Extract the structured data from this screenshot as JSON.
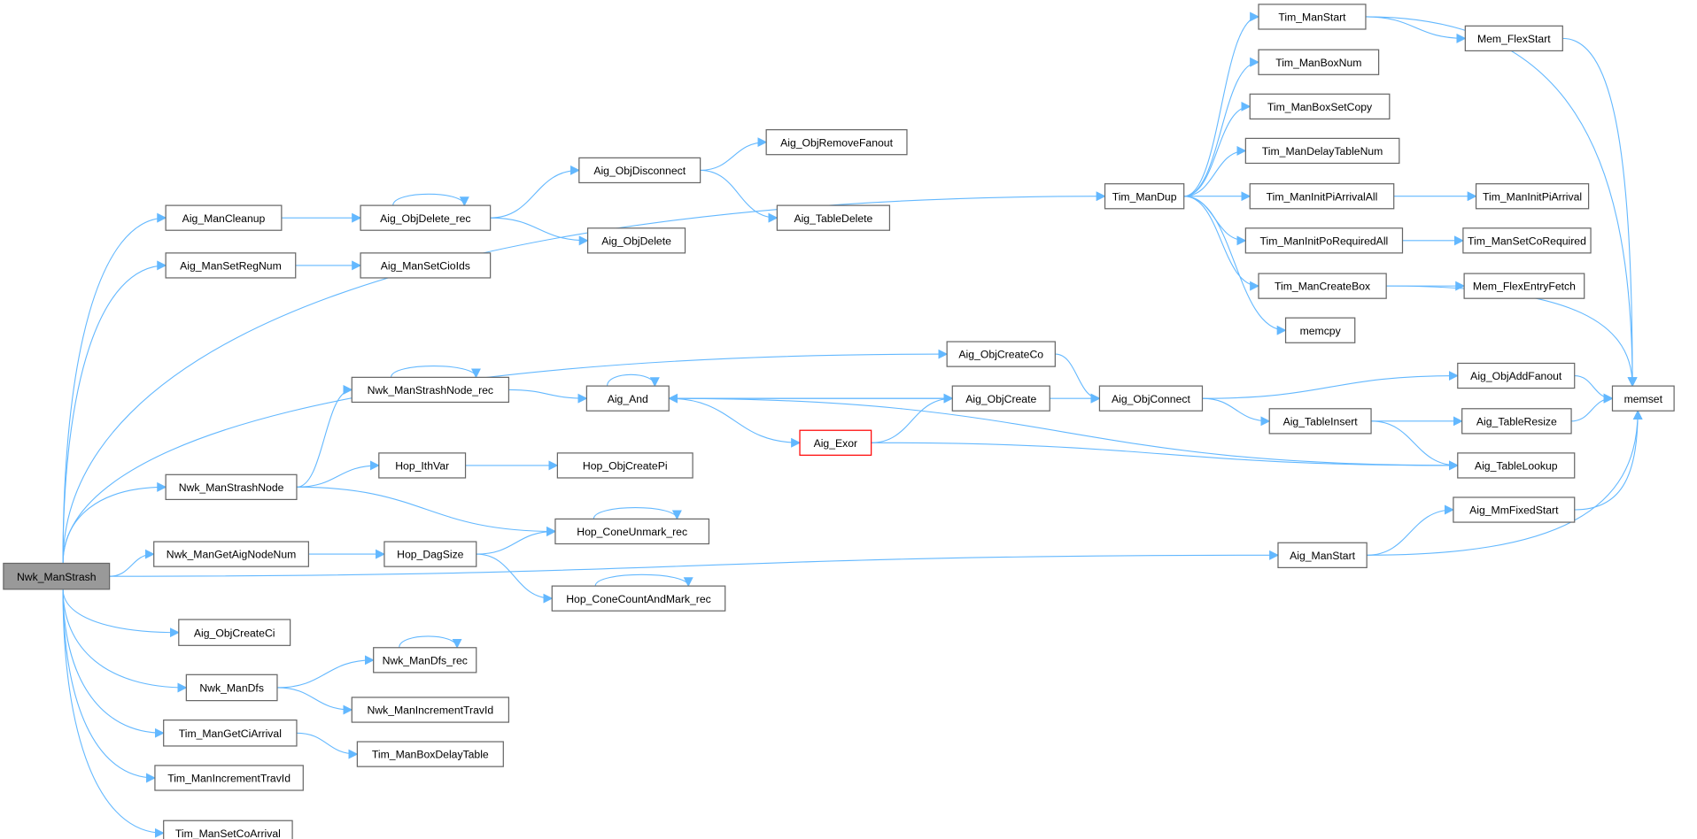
{
  "colors": {
    "edge": "#63b8ff",
    "border": "#666666",
    "root_fill": "#999999",
    "highlight_border": "#ff0000"
  },
  "nodes": {
    "strash": {
      "label": "Nwk_ManStrash",
      "role": "root"
    },
    "cleanup": {
      "label": "Aig_ManCleanup"
    },
    "setregnum": {
      "label": "Aig_ManSetRegNum"
    },
    "objdeleterec": {
      "label": "Aig_ObjDelete_rec"
    },
    "setcioids": {
      "label": "Aig_ManSetCioIds"
    },
    "objdisconnect": {
      "label": "Aig_ObjDisconnect"
    },
    "objdelete": {
      "label": "Aig_ObjDelete"
    },
    "removefanout": {
      "label": "Aig_ObjRemoveFanout"
    },
    "tabledelete": {
      "label": "Aig_TableDelete"
    },
    "timdup": {
      "label": "Tim_ManDup"
    },
    "timstart": {
      "label": "Tim_ManStart"
    },
    "boxnum": {
      "label": "Tim_ManBoxNum"
    },
    "boxsetcopy": {
      "label": "Tim_ManBoxSetCopy"
    },
    "delaytablenum": {
      "label": "Tim_ManDelayTableNum"
    },
    "initpiall": {
      "label": "Tim_ManInitPiArrivalAll"
    },
    "initpoall": {
      "label": "Tim_ManInitPoRequiredAll"
    },
    "createbox": {
      "label": "Tim_ManCreateBox"
    },
    "memcpy": {
      "label": "memcpy"
    },
    "flexstart": {
      "label": "Mem_FlexStart"
    },
    "initpi": {
      "label": "Tim_ManInitPiArrival"
    },
    "setcoreq": {
      "label": "Tim_ManSetCoRequired"
    },
    "flexentry": {
      "label": "Mem_FlexEntryFetch"
    },
    "memset": {
      "label": "memset"
    },
    "createco": {
      "label": "Aig_ObjCreateCo"
    },
    "objcreate": {
      "label": "Aig_ObjCreate"
    },
    "objconnect": {
      "label": "Aig_ObjConnect"
    },
    "addfanout": {
      "label": "Aig_ObjAddFanout"
    },
    "tableinsert": {
      "label": "Aig_TableInsert"
    },
    "tableresize": {
      "label": "Aig_TableResize"
    },
    "tablelookup": {
      "label": "Aig_TableLookup"
    },
    "mmfixed": {
      "label": "Aig_MmFixedStart"
    },
    "aigstart": {
      "label": "Aig_ManStart"
    },
    "aigand": {
      "label": "Aig_And"
    },
    "aigexor": {
      "label": "Aig_Exor",
      "role": "highlight"
    },
    "strashnoderec": {
      "label": "Nwk_ManStrashNode_rec"
    },
    "strashnode": {
      "label": "Nwk_ManStrashNode"
    },
    "ithvar": {
      "label": "Hop_IthVar"
    },
    "createpi": {
      "label": "Hop_ObjCreatePi"
    },
    "coneunmark": {
      "label": "Hop_ConeUnmark_rec"
    },
    "getaignodenum": {
      "label": "Nwk_ManGetAigNodeNum"
    },
    "dagsize": {
      "label": "Hop_DagSize"
    },
    "conecount": {
      "label": "Hop_ConeCountAndMark_rec"
    },
    "createci": {
      "label": "Aig_ObjCreateCi"
    },
    "nwkdfs": {
      "label": "Nwk_ManDfs"
    },
    "nwkdfsrec": {
      "label": "Nwk_ManDfs_rec"
    },
    "nwkinctrav": {
      "label": "Nwk_ManIncrementTravId"
    },
    "getciarrival": {
      "label": "Tim_ManGetCiArrival"
    },
    "boxdelaytable": {
      "label": "Tim_ManBoxDelayTable"
    },
    "timinctrav": {
      "label": "Tim_ManIncrementTravId"
    },
    "setcoarrival": {
      "label": "Tim_ManSetCoArrival"
    }
  },
  "edges": [
    [
      "strash",
      "cleanup"
    ],
    [
      "strash",
      "setregnum"
    ],
    [
      "strash",
      "timdup"
    ],
    [
      "strash",
      "createco"
    ],
    [
      "strash",
      "strashnode"
    ],
    [
      "strash",
      "getaignodenum"
    ],
    [
      "strash",
      "aigstart"
    ],
    [
      "strash",
      "createci"
    ],
    [
      "strash",
      "nwkdfs"
    ],
    [
      "strash",
      "getciarrival"
    ],
    [
      "strash",
      "timinctrav"
    ],
    [
      "strash",
      "setcoarrival"
    ],
    [
      "cleanup",
      "objdeleterec"
    ],
    [
      "objdeleterec",
      "objdeleterec"
    ],
    [
      "objdeleterec",
      "objdisconnect"
    ],
    [
      "objdeleterec",
      "objdelete"
    ],
    [
      "objdisconnect",
      "removefanout"
    ],
    [
      "objdisconnect",
      "tabledelete"
    ],
    [
      "setregnum",
      "setcioids"
    ],
    [
      "timdup",
      "timstart"
    ],
    [
      "timdup",
      "boxnum"
    ],
    [
      "timdup",
      "boxsetcopy"
    ],
    [
      "timdup",
      "delaytablenum"
    ],
    [
      "timdup",
      "initpiall"
    ],
    [
      "timdup",
      "initpoall"
    ],
    [
      "timdup",
      "createbox"
    ],
    [
      "timdup",
      "memcpy"
    ],
    [
      "timstart",
      "flexstart"
    ],
    [
      "timstart",
      "memset"
    ],
    [
      "flexstart",
      "memset"
    ],
    [
      "initpiall",
      "initpi"
    ],
    [
      "initpoall",
      "setcoreq"
    ],
    [
      "createbox",
      "flexentry"
    ],
    [
      "createbox",
      "memset"
    ],
    [
      "createco",
      "objconnect"
    ],
    [
      "objcreate",
      "objconnect"
    ],
    [
      "objcreate",
      "aigand"
    ],
    [
      "objconnect",
      "addfanout"
    ],
    [
      "objconnect",
      "tableinsert"
    ],
    [
      "addfanout",
      "memset"
    ],
    [
      "tableinsert",
      "tableresize"
    ],
    [
      "tableinsert",
      "tablelookup"
    ],
    [
      "tableresize",
      "memset"
    ],
    [
      "aigand",
      "aigand"
    ],
    [
      "aigand",
      "objcreate"
    ],
    [
      "aigand",
      "aigexor"
    ],
    [
      "aigand",
      "tablelookup"
    ],
    [
      "aigexor",
      "objcreate"
    ],
    [
      "aigexor",
      "tablelookup"
    ],
    [
      "strashnode",
      "strashnoderec"
    ],
    [
      "strashnode",
      "ithvar"
    ],
    [
      "strashnode",
      "coneunmark"
    ],
    [
      "strashnoderec",
      "strashnoderec"
    ],
    [
      "strashnoderec",
      "aigand"
    ],
    [
      "ithvar",
      "createpi"
    ],
    [
      "coneunmark",
      "coneunmark"
    ],
    [
      "getaignodenum",
      "dagsize"
    ],
    [
      "dagsize",
      "coneunmark"
    ],
    [
      "dagsize",
      "conecount"
    ],
    [
      "conecount",
      "conecount"
    ],
    [
      "aigstart",
      "mmfixed"
    ],
    [
      "aigstart",
      "memset"
    ],
    [
      "mmfixed",
      "memset"
    ],
    [
      "nwkdfs",
      "nwkdfsrec"
    ],
    [
      "nwkdfs",
      "nwkinctrav"
    ],
    [
      "nwkdfsrec",
      "nwkdfsrec"
    ],
    [
      "getciarrival",
      "boxdelaytable"
    ]
  ]
}
